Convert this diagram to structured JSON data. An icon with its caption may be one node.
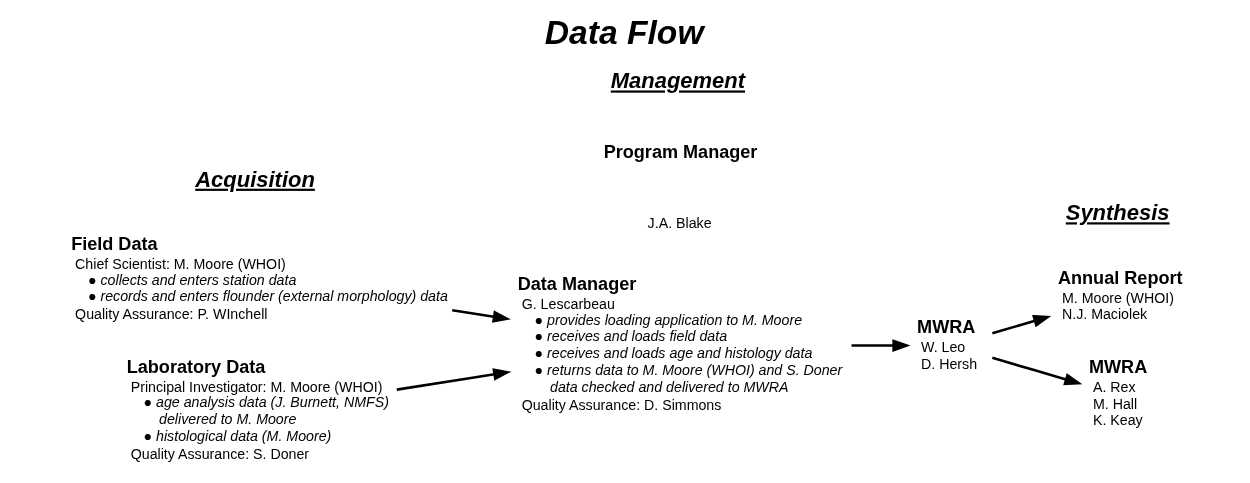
{
  "diagram": {
    "title": "Data Flow",
    "nodes": [
      {
        "text": [
          "Field Data",
          "Chief Scientist: M. Moore (WHOI)",
          "● collects and enters station data",
          "● records and enters flounder (external morphology) data",
          "Quality Assurance: P. WInchell"
        ]
      },
      {
        "text": [
          "Laboratory Data",
          "Principal Investigator: M. Moore (WHOI)",
          "● age analysis data (J. Burnett, NMFS)",
          "delivered to M. Moore",
          "● histological data (M. Moore)",
          "Quality Assurance: S. Doner"
        ]
      },
      {
        "text": [
          "Data Manager",
          "G. Lescarbeau",
          "● provides loading application to M. Moore",
          "● receives and loads field data",
          "● receives and loads age and histology data",
          "● returns data to M. Moore (WHOI) and S. Doner",
          "data checked and delivered to MWRA",
          "Quality Assurance: D. Simmons"
        ]
      },
      {
        "text": [
          "MWRA",
          "W. Leo",
          "D. Hersh"
        ]
      },
      {
        "text": [
          "Annual Report",
          "M. Moore (WHOI)",
          "N.J. Maciolek"
        ]
      },
      {
        "text": [
          "MWRA",
          "A. Rex",
          "M. Hall",
          "K. Keay"
        ]
      }
    ],
    "edges": [
      {
        "from": 0,
        "to": 2,
        "arrow": "to"
      },
      {
        "from": 1,
        "to": 2,
        "arrow": "to"
      },
      {
        "from": 2,
        "to": 3,
        "arrow": "to"
      },
      {
        "from": 3,
        "to": 4,
        "arrow": "to"
      },
      {
        "from": 3,
        "to": 5,
        "arrow": "to"
      }
    ],
    "labels": [
      "Acquisition",
      "Management",
      "Synthesis",
      "Program Manager",
      "J.A. Blake"
    ]
  }
}
